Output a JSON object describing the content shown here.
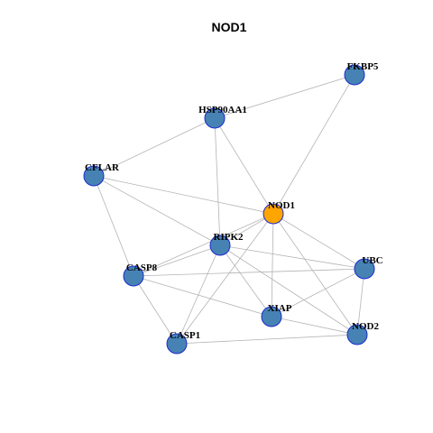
{
  "title": "NOD1",
  "colors": {
    "node_default": "#4682B4",
    "node_highlight": "#FFA500",
    "node_border": "#1c2bcc",
    "edge": "#b4b4b4"
  },
  "nodes": [
    {
      "id": "NOD1",
      "label": "NOD1",
      "highlight": true
    },
    {
      "id": "FKBP5",
      "label": "FKBP5",
      "highlight": false
    },
    {
      "id": "HSP90AA1",
      "label": "HSP90AA1",
      "highlight": false
    },
    {
      "id": "CFLAR",
      "label": "CFLAR",
      "highlight": false
    },
    {
      "id": "RIPK2",
      "label": "RIPK2",
      "highlight": false
    },
    {
      "id": "CASP8",
      "label": "CASP8",
      "highlight": false
    },
    {
      "id": "UBC",
      "label": "UBC",
      "highlight": false
    },
    {
      "id": "XIAP",
      "label": "XIAP",
      "highlight": false
    },
    {
      "id": "CASP1",
      "label": "CASP1",
      "highlight": false
    },
    {
      "id": "NOD2",
      "label": "NOD2",
      "highlight": false
    }
  ],
  "edges": [
    [
      "FKBP5",
      "HSP90AA1"
    ],
    [
      "FKBP5",
      "NOD1"
    ],
    [
      "HSP90AA1",
      "CFLAR"
    ],
    [
      "HSP90AA1",
      "NOD1"
    ],
    [
      "HSP90AA1",
      "RIPK2"
    ],
    [
      "CFLAR",
      "NOD1"
    ],
    [
      "CFLAR",
      "RIPK2"
    ],
    [
      "CFLAR",
      "CASP8"
    ],
    [
      "NOD1",
      "RIPK2"
    ],
    [
      "NOD1",
      "UBC"
    ],
    [
      "NOD1",
      "XIAP"
    ],
    [
      "NOD1",
      "CASP1"
    ],
    [
      "NOD1",
      "NOD2"
    ],
    [
      "NOD1",
      "CASP8"
    ],
    [
      "RIPK2",
      "UBC"
    ],
    [
      "RIPK2",
      "XIAP"
    ],
    [
      "RIPK2",
      "CASP1"
    ],
    [
      "RIPK2",
      "NOD2"
    ],
    [
      "RIPK2",
      "CASP8"
    ],
    [
      "CASP8",
      "UBC"
    ],
    [
      "CASP8",
      "XIAP"
    ],
    [
      "CASP8",
      "CASP1"
    ],
    [
      "UBC",
      "XIAP"
    ],
    [
      "UBC",
      "NOD2"
    ],
    [
      "XIAP",
      "NOD2"
    ],
    [
      "CASP1",
      "NOD2"
    ]
  ]
}
